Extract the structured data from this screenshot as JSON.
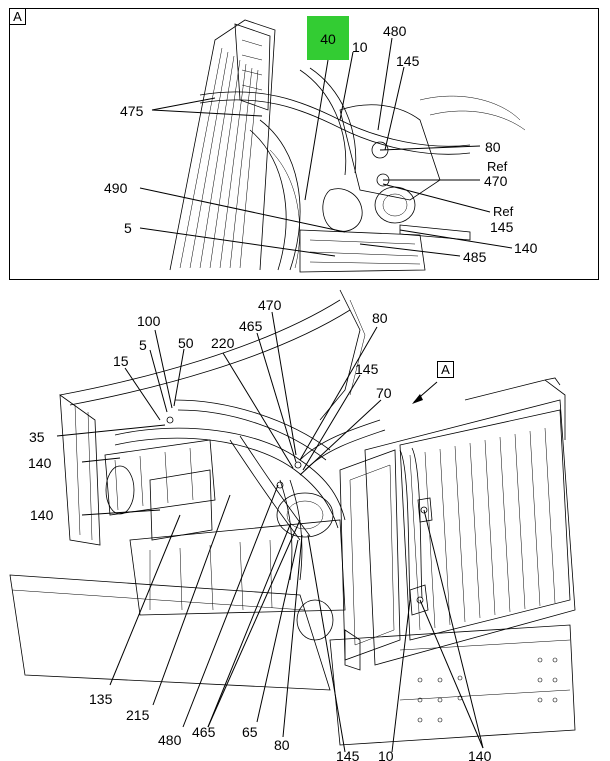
{
  "detail": {
    "tag": "A",
    "highlight_label": "40",
    "highlight_color": "#33cc33",
    "callouts": {
      "c10": "10",
      "c480": "480",
      "c145": "145",
      "c475": "475",
      "c80": "80",
      "ref1": "Ref",
      "c470": "470",
      "c490": "490",
      "ref2": "Ref",
      "c145b": "145",
      "c5": "5",
      "c140": "140",
      "c485": "485"
    }
  },
  "main": {
    "view_tag": "A",
    "callouts": {
      "c470": "470",
      "c80": "80",
      "c100": "100",
      "c465": "465",
      "c5": "5",
      "c50": "50",
      "c220": "220",
      "c15": "15",
      "c145": "145",
      "c70": "70",
      "c35": "35",
      "c140a": "140",
      "c140b": "140",
      "c135": "135",
      "c215": "215",
      "c480": "480",
      "c465b": "465",
      "c65": "65",
      "c80b": "80",
      "c145b": "145",
      "c10": "10",
      "c140c": "140"
    }
  }
}
